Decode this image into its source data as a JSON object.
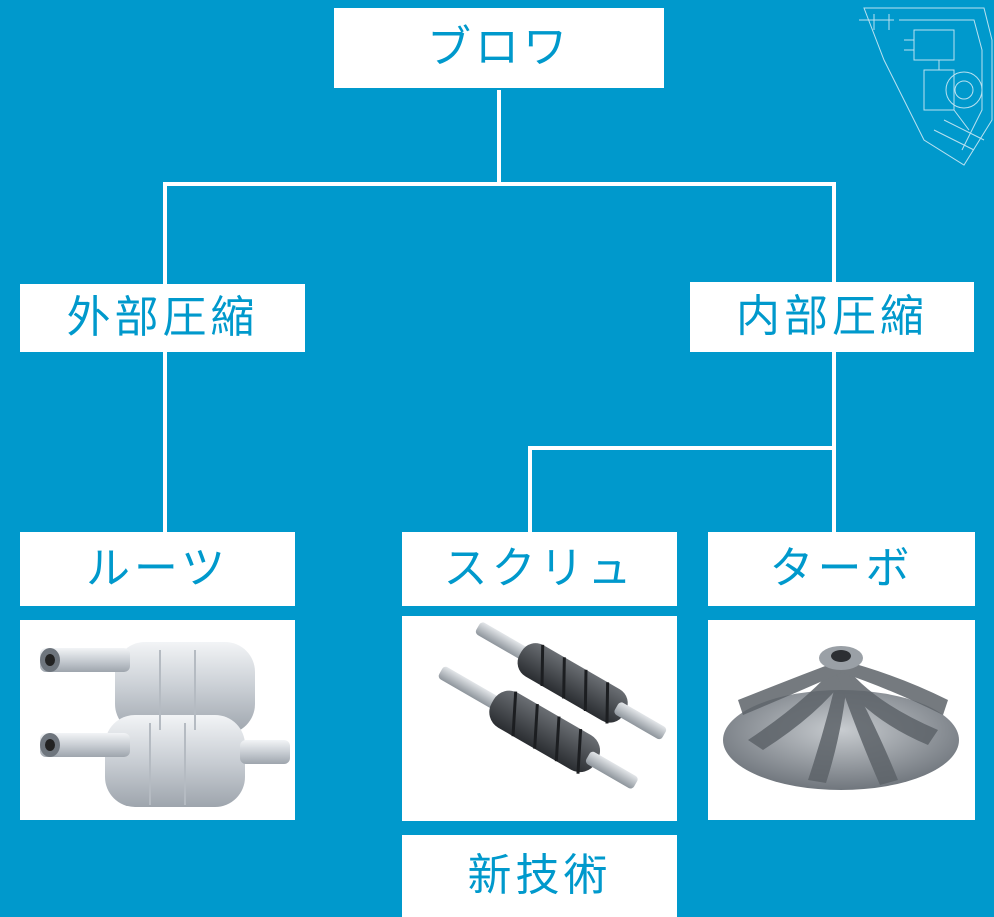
{
  "diagram": {
    "root": {
      "label": "ブロワ"
    },
    "branches": [
      {
        "label": "外部圧縮"
      },
      {
        "label": "内部圧縮"
      }
    ],
    "leaves": [
      {
        "label": "ルーツ",
        "image": "roots-rotor-photo"
      },
      {
        "label": "スクリュ",
        "image": "screw-rotor-photo"
      },
      {
        "label": "ターボ",
        "image": "turbo-impeller-photo"
      }
    ],
    "new_technology": {
      "label": "新技術"
    }
  },
  "colors": {
    "background": "#0099cc",
    "box": "#ffffff",
    "text": "#0099cc",
    "connector": "#ffffff"
  },
  "decorations": {
    "corner_graphic": "blueprint-drawing"
  }
}
